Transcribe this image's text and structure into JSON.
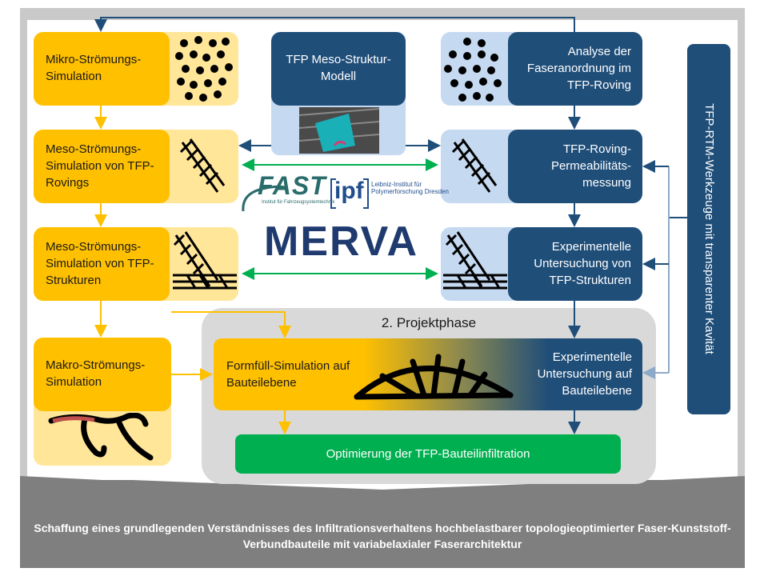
{
  "boxes": {
    "micro": "Mikro-Strömungs-Simulation",
    "meso_roving_sim": "Meso-Strömungs-Simulation von TFP-Rovings",
    "meso_struct_sim": "Meso-Strömungs-Simulation von TFP-Strukturen",
    "macro": "Makro-Strömungs-Simulation",
    "meso_model": "TFP Meso-Struktur-Modell",
    "fiber_analysis": "Analyse der Faseranordnung im TFP-Roving",
    "permeability": "TFP-Roving-Permeabilitäts-messung",
    "exp_struct": "Experimentelle Untersuchung von TFP-Strukturen",
    "phase2_title": "2. Projektphase",
    "formfill": "Formfüll-Simulation auf Bauteilebene",
    "exp_component": "Experimentelle Untersuchung auf Bauteilebene",
    "optimization": "Optimierung der TFP-Bauteilinfiltration",
    "tool": "TFP-RTM-Werkzeuge mit transparenter Kavität"
  },
  "logos": {
    "fast": "FAST",
    "fast_sub": "Institut für Fahrzeugsystemtechnik",
    "ipf": "ipf",
    "ipf_sub": "Leibniz-Institut für Polymerforschung Dresden",
    "merva": "MERVA"
  },
  "footer": "Schaffung eines grundlegenden Verständnisses des Infiltrationsverhaltens hochbelastbarer topologieoptimierter Faser-Kunststoff-Verbundbauteile mit variabelaxialer Faserarchitektur",
  "colors": {
    "yellow": "#ffc000",
    "light_yellow": "#ffe699",
    "navy": "#1f4e79",
    "light_blue": "#c5d9f1",
    "green": "#00b050",
    "gray": "#7f7f7f"
  }
}
